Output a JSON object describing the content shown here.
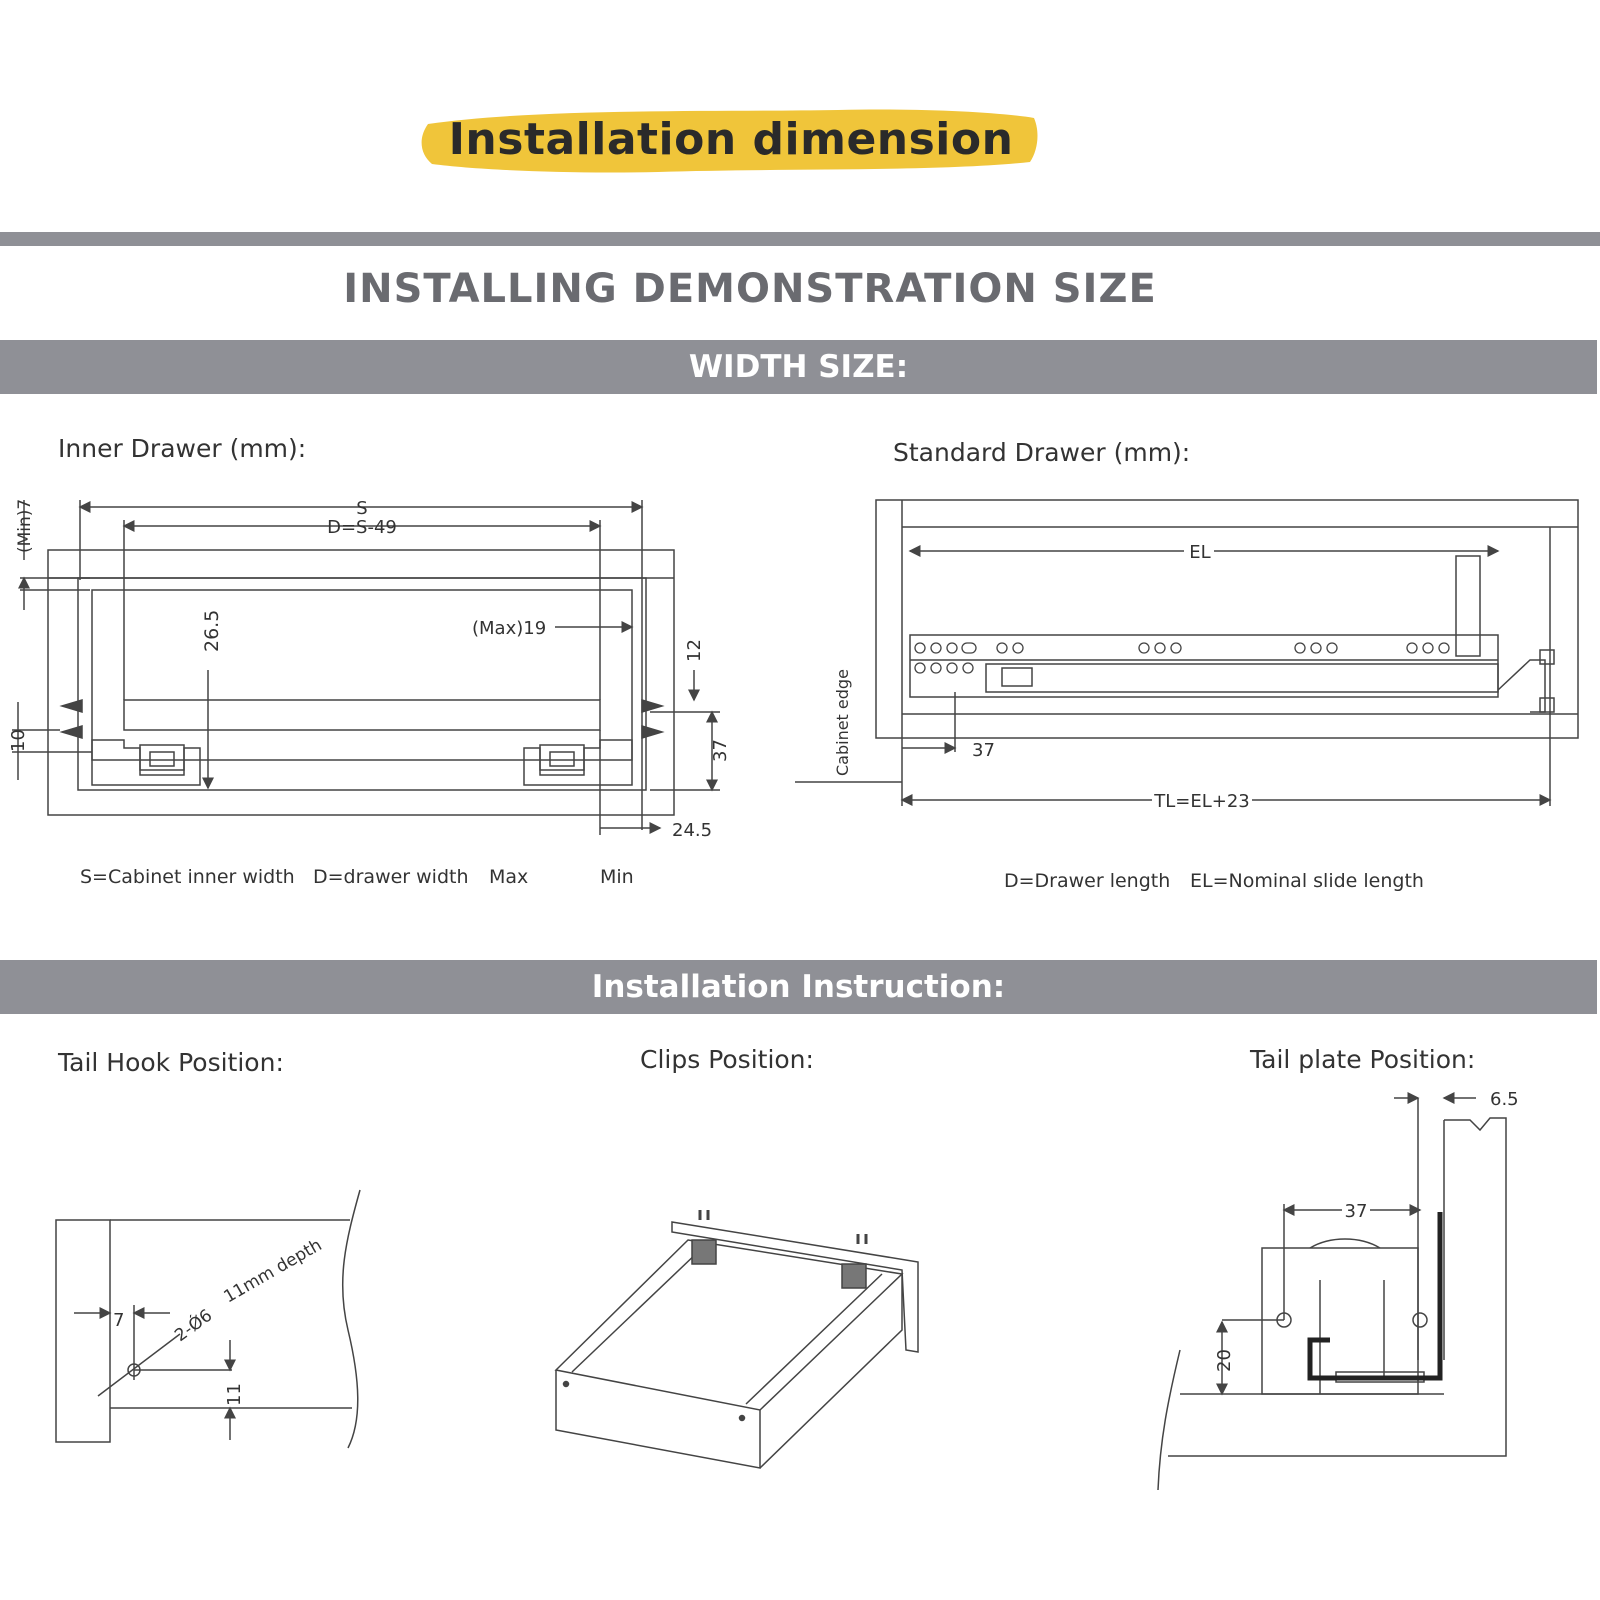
{
  "header": {
    "title": "Installation dimension",
    "accent_color": "#f0c53a"
  },
  "section_title": "INSTALLING DEMONSTRATION SIZE",
  "bands": {
    "width_size": "WIDTH SIZE:",
    "installation_instruction": "Installation Instruction:"
  },
  "inner_drawer": {
    "title": "Inner Drawer (mm):",
    "dims": {
      "s": "S",
      "d": "D=S-49",
      "min7": "(Min)7",
      "d265": "26.5",
      "max19": "(Max)19",
      "d12": "12",
      "d10": "10",
      "d37": "37",
      "d245": "24.5"
    },
    "legend": {
      "s": "S=Cabinet inner width",
      "d": "D=drawer width",
      "max": "Max",
      "min": "Min"
    }
  },
  "standard_drawer": {
    "title": "Standard Drawer (mm):",
    "dims": {
      "el": "EL",
      "d37": "37",
      "cabinet_edge": "Cabinet edge",
      "tl": "TL=EL+23"
    },
    "legend": {
      "d": "D=Drawer length",
      "el": "EL=Nominal slide length"
    }
  },
  "tail_hook": {
    "title": "Tail Hook Position:",
    "dims": {
      "d7": "7",
      "hole": "2-Ǿ6",
      "depth": "11mm depth",
      "d11": "11"
    }
  },
  "clips": {
    "title": "Clips Position:"
  },
  "tail_plate": {
    "title": "Tail plate Position:",
    "dims": {
      "d65": "6.5",
      "d37": "37",
      "d20": "20"
    }
  }
}
